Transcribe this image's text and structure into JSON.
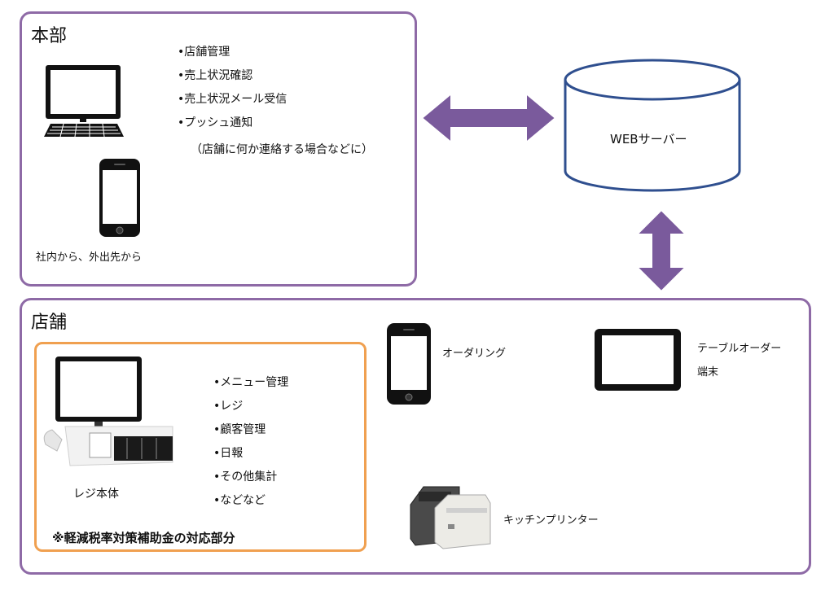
{
  "headquarters": {
    "title": "本部",
    "features": [
      "•店舗管理",
      "•売上状況確認",
      "•売上状況メール受信",
      "•プッシュ通知"
    ],
    "feature_note": "（店舗に何か連絡する場合などに）",
    "device_caption": "社内から、外出先から"
  },
  "server": {
    "label": "WEBサーバー"
  },
  "store": {
    "title": "店舗",
    "register": {
      "caption": "レジ本体",
      "features": [
        "•メニュー管理",
        "•レジ",
        "•顧客管理",
        "•日報",
        "•その他集計",
        "•などなど"
      ],
      "subsidy_note": "※軽減税率対策補助金の対応部分"
    },
    "ordering_label": "オーダリング",
    "table_order_label_line1": "テーブルオーダー",
    "table_order_label_line2": "端末",
    "printer_label": "キッチンプリンター"
  },
  "colors": {
    "box_border": "#8e6aa6",
    "subbox_border": "#f0a050",
    "arrow": "#7a5a9c",
    "server_stroke": "#2f4f8f"
  }
}
